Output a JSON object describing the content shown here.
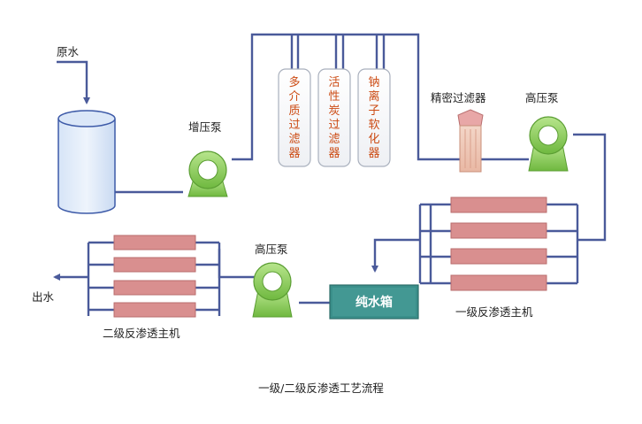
{
  "diagram": {
    "title": "一级/二级反渗透工艺流程",
    "nodes": {
      "raw_water": "原水",
      "booster_pump": "增压泵",
      "multimedia_filter": "多介质过滤器",
      "carbon_filter": "活性炭过滤器",
      "softener": "钠离子软化器",
      "precision_filter": "精密过滤器",
      "hp_pump_1": "高压泵",
      "ro_stage_1": "一级反渗透主机",
      "pure_water_tank": "纯水箱",
      "hp_pump_2": "高压泵",
      "ro_stage_2": "二级反渗透主机",
      "outlet": "出水"
    },
    "colors": {
      "pipe": "#4a5a9a",
      "pump": "#8dcf5a",
      "membrane": "#d98f8f",
      "filter_text": "#cc4a12",
      "tank": "#3a8f8a",
      "tank_text": "#ffffff"
    },
    "icons": {
      "raw_water_tank": "cylinder-tank-icon",
      "pump": "pump-icon",
      "precision_filter": "cartridge-filter-icon"
    }
  }
}
